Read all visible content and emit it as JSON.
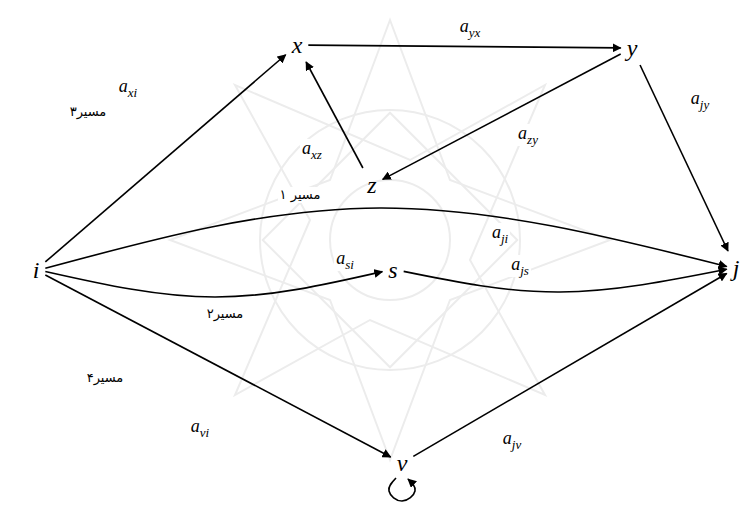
{
  "diagram": {
    "nodes": [
      {
        "text": [
          "x"
        ]
      },
      {
        "text": [
          "y"
        ]
      },
      {
        "text": [
          "z"
        ]
      },
      {
        "text": [
          "i"
        ]
      },
      {
        "text": [
          "s"
        ]
      },
      {
        "text": [
          "j"
        ]
      },
      {
        "text": [
          "v"
        ]
      }
    ],
    "edges": [
      {
        "from": 3,
        "to": 0,
        "label": "axi",
        "arrow": "to"
      },
      {
        "from": 0,
        "to": 1,
        "label": "ayx",
        "arrow": "to"
      },
      {
        "from": 1,
        "to": 2,
        "label": "azy",
        "arrow": "to"
      },
      {
        "from": 2,
        "to": 0,
        "label": "axz",
        "arrow": "to"
      },
      {
        "from": 1,
        "to": 5,
        "label": "ajy",
        "arrow": "to"
      },
      {
        "from": 3,
        "to": 5,
        "label": "aji",
        "arrow": "to"
      },
      {
        "from": 3,
        "to": 4,
        "label": "asi",
        "arrow": "to"
      },
      {
        "from": 4,
        "to": 5,
        "label": "ajs",
        "arrow": "to"
      },
      {
        "from": 3,
        "to": 6,
        "label": "avi",
        "arrow": "to"
      },
      {
        "from": 6,
        "to": 5,
        "label": "ajv",
        "arrow": "to"
      },
      {
        "from": 6,
        "to": 6,
        "arrow": "to"
      }
    ],
    "labels": [
      "مسیر۳",
      "مسیر ۱",
      "مسیر۲",
      "مسیر۴"
    ]
  }
}
